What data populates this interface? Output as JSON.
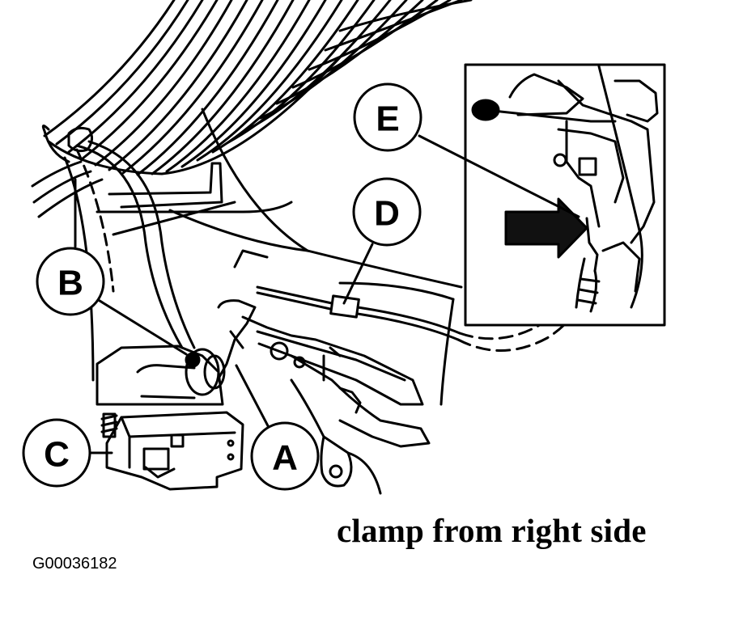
{
  "callouts": {
    "a": "A",
    "b": "B",
    "c": "C",
    "d": "D",
    "e": "E"
  },
  "caption": "clamp from right side",
  "figure_id": "G00036182",
  "colors": {
    "ink": "#000000",
    "paper": "#ffffff"
  },
  "icons": [
    "arrow-icon"
  ]
}
